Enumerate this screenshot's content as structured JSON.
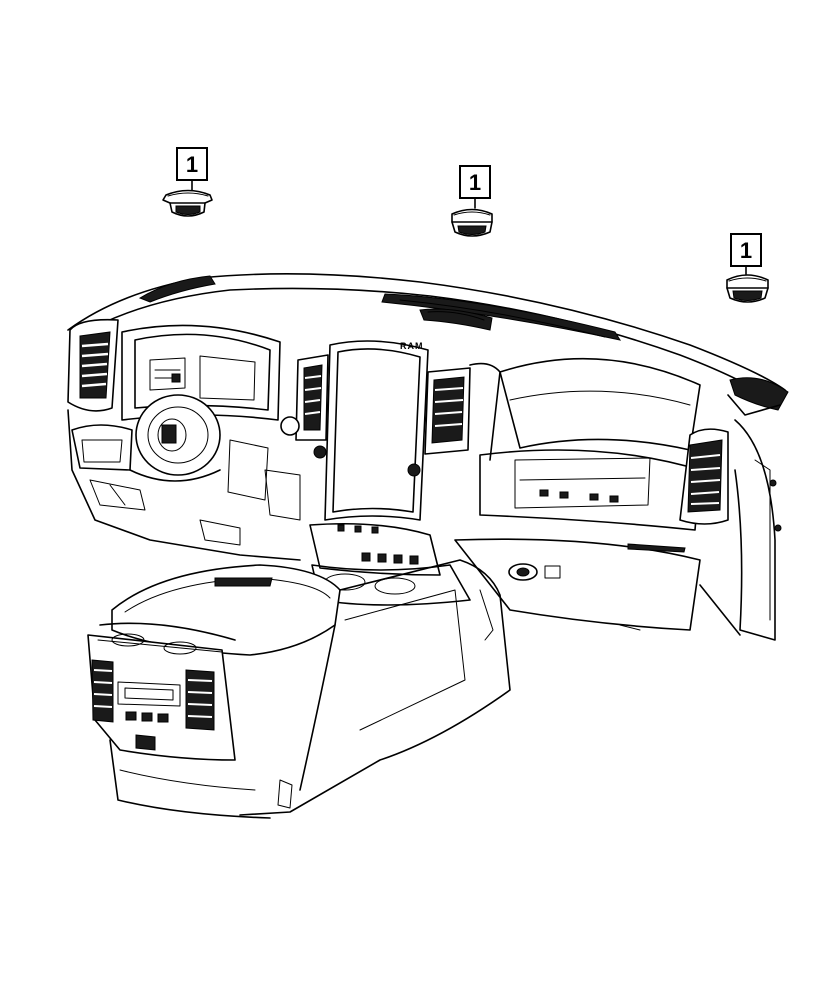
{
  "callouts": [
    {
      "label": "1"
    },
    {
      "label": "1"
    },
    {
      "label": "1"
    }
  ],
  "brand_badge": "RAM"
}
